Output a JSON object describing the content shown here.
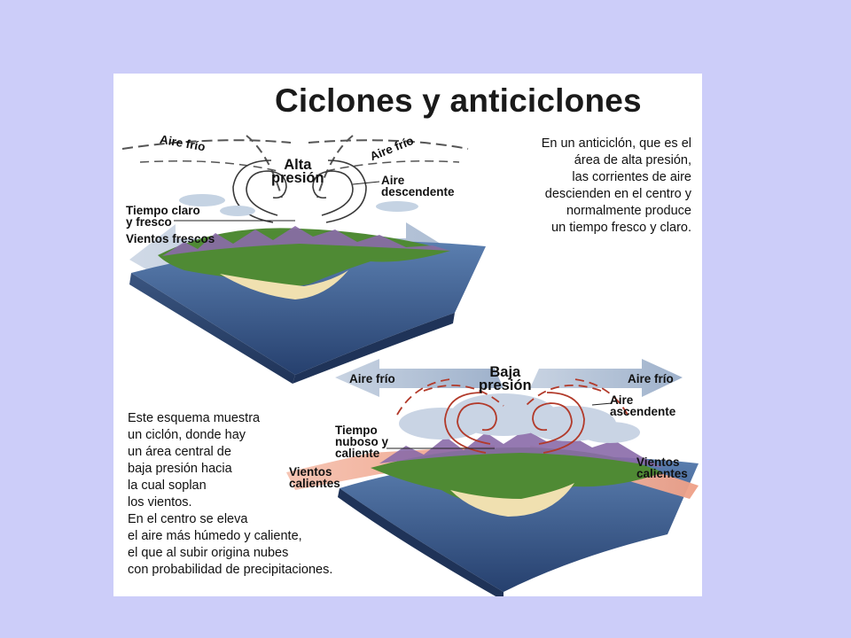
{
  "title": "Ciclones y anticiclones",
  "anticyclone": {
    "description_lines": [
      "En un anticiclón, que es el",
      "área de alta presión,",
      "las corrientes de aire",
      "descienden en el centro y",
      "normalmente produce",
      "un tiempo fresco y claro."
    ],
    "center_label": [
      "Alta",
      "presión"
    ],
    "cold_air_left": "Aire frío",
    "cold_air_right": "Aire frío",
    "descending_air": [
      "Aire",
      "descendente"
    ],
    "weather": [
      "Tiempo claro",
      "y fresco"
    ],
    "winds": "Vientos frescos"
  },
  "cyclone": {
    "description_lines": [
      "Este esquema muestra",
      "un ciclón, donde hay",
      "un área central de",
      "baja presión hacia",
      "la cual soplan",
      "los vientos.",
      "En el centro se eleva",
      "el aire más húmedo y caliente,",
      "el que al subir origina nubes",
      "con probabilidad de precipitaciones."
    ],
    "center_label": [
      "Baja",
      "presión"
    ],
    "cold_air_left": "Aire frío",
    "cold_air_right": "Aire frío",
    "ascending_air": [
      "Aire",
      "ascendente"
    ],
    "weather": [
      "Tiempo",
      "nuboso y",
      "caliente"
    ],
    "winds_left": [
      "Vientos",
      "calientes"
    ],
    "winds_right": [
      "Vientos",
      "calientes"
    ]
  },
  "colors": {
    "background": "#cccdf9",
    "panel": "#ffffff",
    "ocean": "#2f4a7a",
    "land_green": "#4f8a34",
    "mountains": "#8a6aa8",
    "sand": "#f0e0b0",
    "cool_arrow": "#b9c7d9",
    "warm_arrow": "#f2b4a0",
    "cyclone_swirl": "#b23a2a",
    "anticyclone_swirl": "#3a3a3a"
  }
}
